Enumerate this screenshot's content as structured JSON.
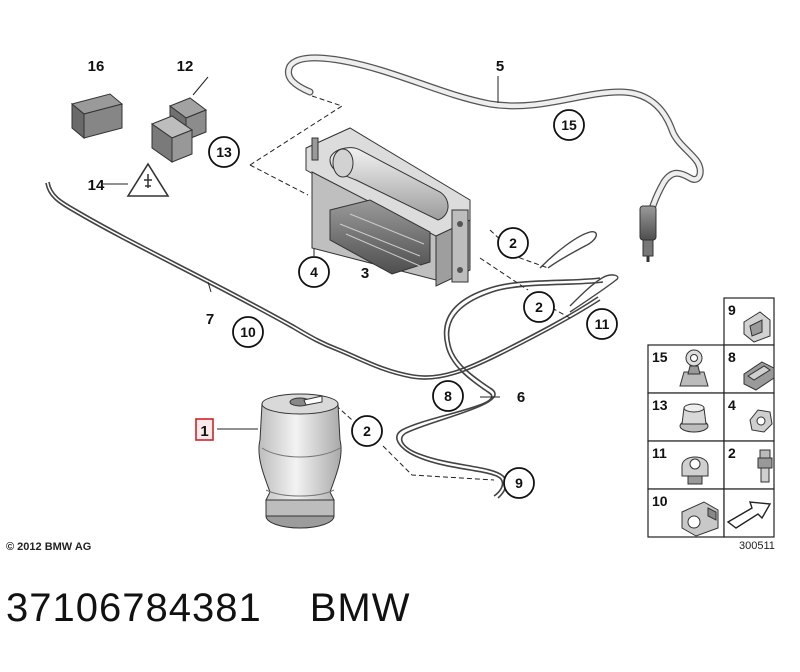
{
  "callouts": {
    "c1": "1",
    "c2a": "2",
    "c2b": "2",
    "c2c": "2",
    "c3": "3",
    "c4": "4",
    "c5": "5",
    "c6": "6",
    "c7": "7",
    "c8": "8",
    "c9": "9",
    "c10": "10",
    "c11": "11",
    "c12": "12",
    "c13": "13",
    "c14": "14",
    "c15": "15",
    "c16": "16"
  },
  "legend": {
    "cells": [
      {
        "num": "9"
      },
      {
        "num": "15"
      },
      {
        "num": "8"
      },
      {
        "num": "13"
      },
      {
        "num": "4"
      },
      {
        "num": "11"
      },
      {
        "num": "2"
      },
      {
        "num": "10"
      }
    ]
  },
  "copyright": "© 2012 BMW AG",
  "ref_code": "300511",
  "part_number": "37106784381",
  "brand": "BMW",
  "colors": {
    "highlight": "#d0232a",
    "line": "#333333",
    "part_fill": "#e6e6e6"
  }
}
